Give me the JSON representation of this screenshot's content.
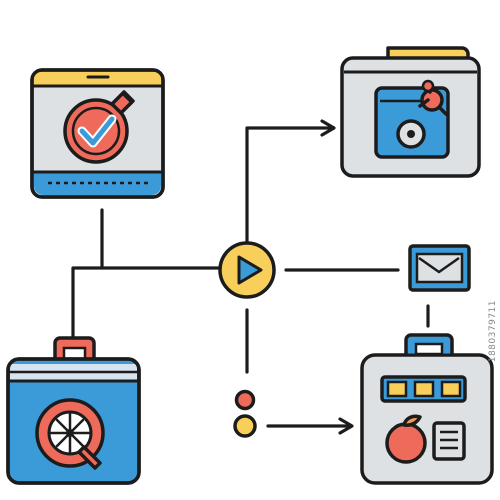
{
  "diagram": {
    "nodes": [
      {
        "id": "browser-window",
        "icon": "browser-checkmark-icon"
      },
      {
        "id": "media-folder",
        "icon": "folder-media-icon"
      },
      {
        "id": "play-hub",
        "icon": "play-icon"
      },
      {
        "id": "mail",
        "icon": "envelope-icon"
      },
      {
        "id": "wheel-case",
        "icon": "briefcase-wheel-icon"
      },
      {
        "id": "dashboard-case",
        "icon": "briefcase-dashboard-icon"
      },
      {
        "id": "dots",
        "icon": "two-dots-icon"
      }
    ],
    "edges": [
      {
        "from": "browser-window",
        "to": "play-hub"
      },
      {
        "from": "wheel-case",
        "to": "play-hub"
      },
      {
        "from": "play-hub",
        "to": "media-folder",
        "arrow": true
      },
      {
        "from": "play-hub",
        "to": "mail"
      },
      {
        "from": "play-hub",
        "to": "dots"
      },
      {
        "from": "dots",
        "to": "dashboard-case",
        "arrow": true
      },
      {
        "from": "mail",
        "to": "dashboard-case"
      }
    ]
  },
  "colors": {
    "outline": "#1c1c1c",
    "blue": "#3b9bd9",
    "light_blue": "#d6e4ef",
    "gray": "#dde1e4",
    "yellow": "#f8cf5a",
    "red": "#ee6b5b",
    "orange": "#f29b52"
  },
  "watermark": "1880379711"
}
